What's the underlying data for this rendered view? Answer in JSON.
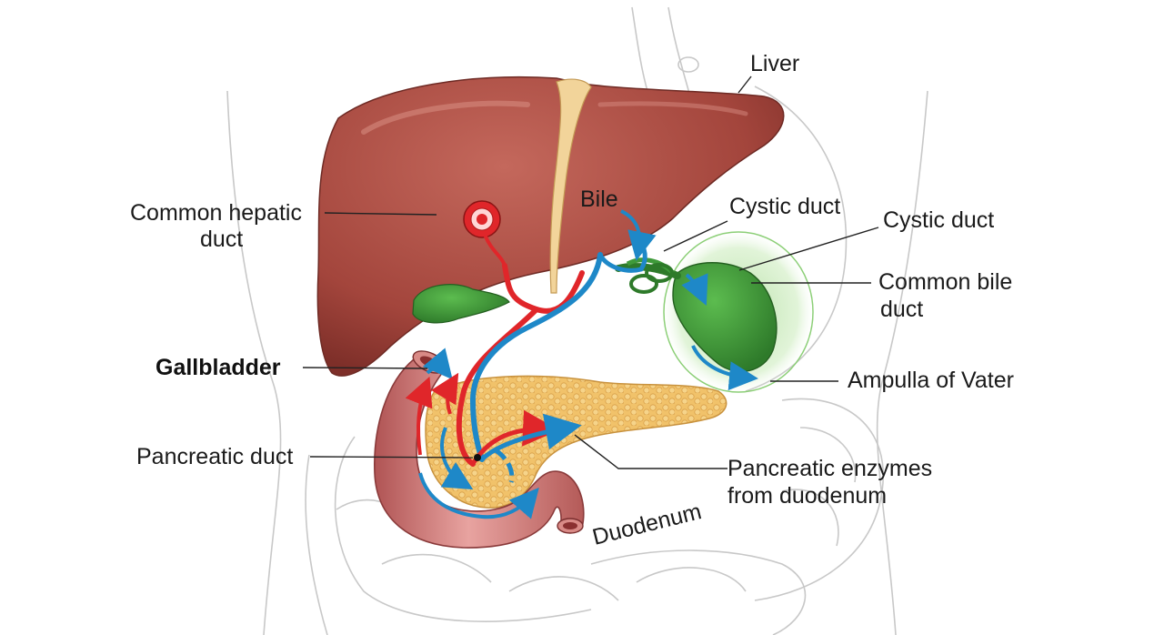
{
  "labels": {
    "liver": "Liver",
    "common_hepatic_duct_1": "Common hepatic",
    "common_hepatic_duct_2": "duct",
    "bile": "Bile",
    "cystic_duct_a": "Cystic duct",
    "cystic_duct_b": "Cystic duct",
    "common_bile_duct_1": "Common bile",
    "common_bile_duct_2": "duct",
    "gallbladder": "Gallbladder",
    "ampulla_of_vater": "Ampulla of Vater",
    "pancreatic_duct": "Pancreatic duct",
    "pancreatic_enzymes_1": "Pancreatic enzymes",
    "pancreatic_enzymes_2": "from duodenum",
    "duodenum": "Duodenum"
  },
  "colors": {
    "liver": "#a8463e",
    "liver_highlight": "#c66a5e",
    "ligament": "#f2d49a",
    "gallbladder": "#3f9a3a",
    "gallbladder_glow": "#b9e3a6",
    "pancreas": "#f1c26a",
    "duodenum": "#c86b6b",
    "bile_flow": "#1e88c8",
    "red_duct": "#e0262a",
    "outline": "#c8c8c8"
  }
}
